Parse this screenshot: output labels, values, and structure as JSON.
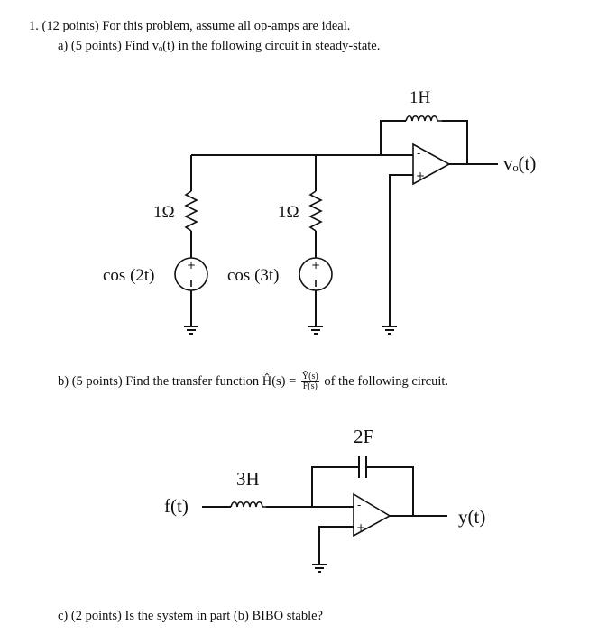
{
  "problem": {
    "header": "1. (12 points) For this problem, assume all op-amps are ideal.",
    "part_a": "a) (5 points) Find vₒ(t) in the following circuit in steady-state.",
    "part_b_prefix": "b) (5 points) Find the transfer function Ĥ(s) =",
    "part_b_num": "Ŷ(s)",
    "part_b_den": "F(s)",
    "part_b_suffix": "of the following circuit.",
    "part_c": "c) (2 points) Is the system in part (b) BIBO stable?"
  },
  "circuit_a": {
    "inductor_label": "1H",
    "output_label": "vₒ(t)",
    "resistor1_label": "1Ω",
    "resistor2_label": "1Ω",
    "source1_label": "cos (2t)",
    "source2_label": "cos (3t)"
  },
  "circuit_b": {
    "capacitor_label": "2F",
    "inductor_label": "3H",
    "input_label": "f(t)",
    "output_label": "y(t)"
  }
}
